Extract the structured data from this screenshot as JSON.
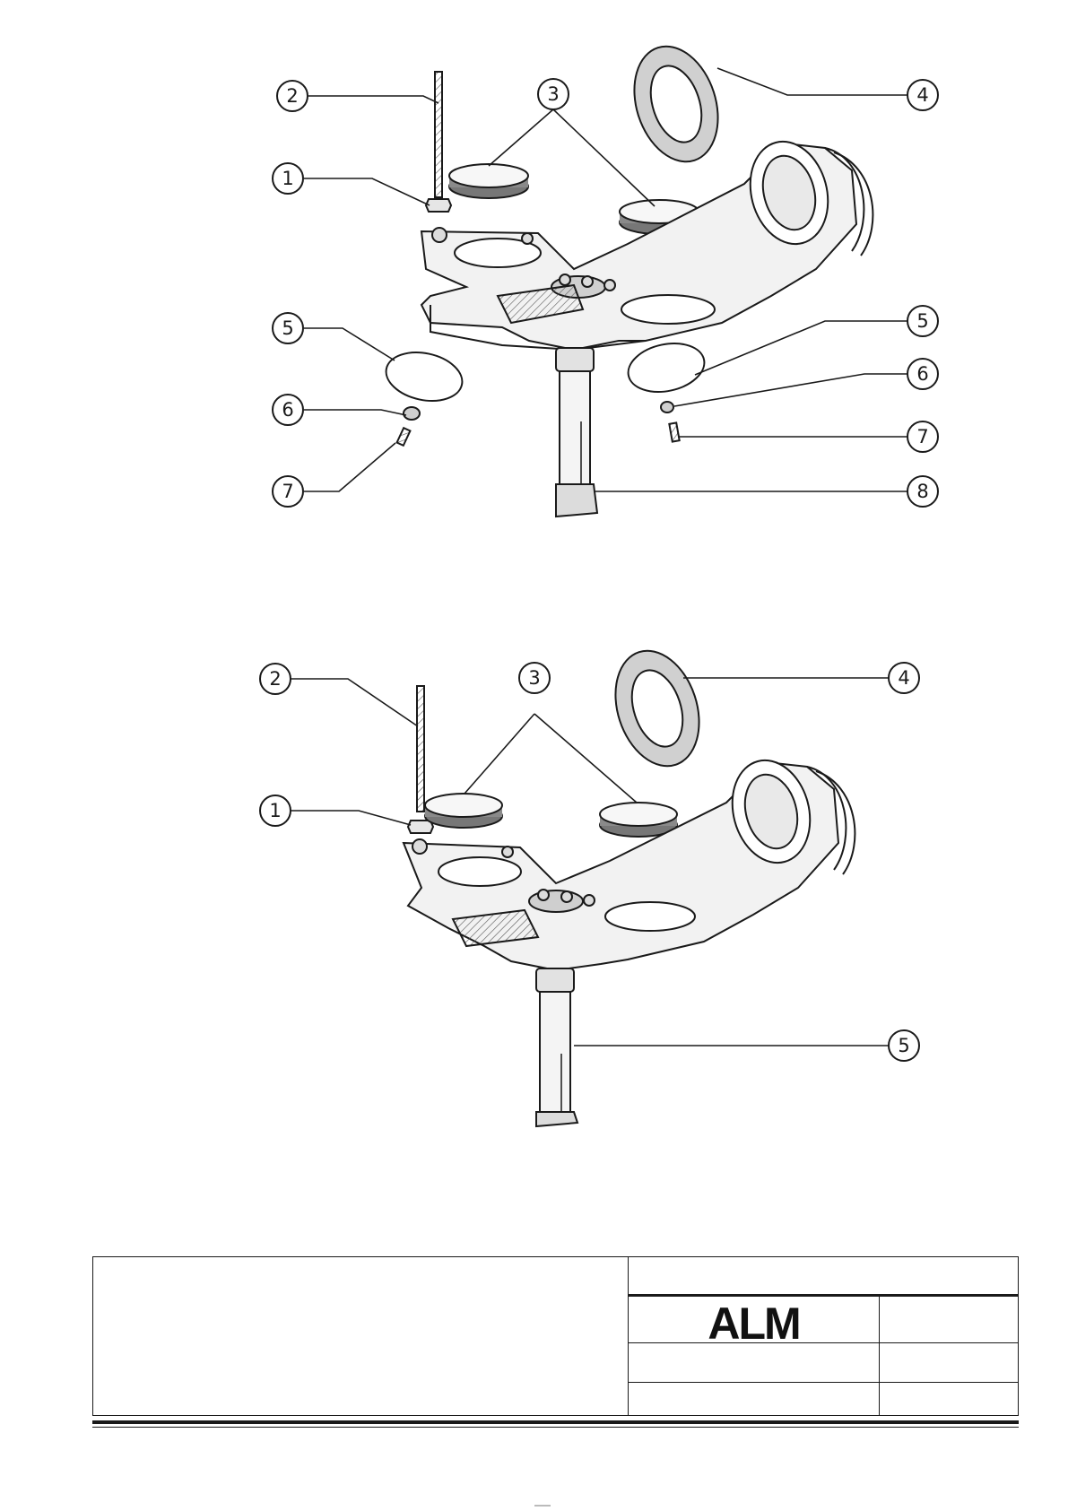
{
  "diagram_top": {
    "callouts": [
      "1",
      "2",
      "3",
      "4",
      "5",
      "5",
      "6",
      "6",
      "7",
      "7",
      "8"
    ]
  },
  "diagram_bottom": {
    "callouts": [
      "1",
      "2",
      "3",
      "4",
      "5"
    ]
  },
  "title_block": {
    "logo_text": "ALM"
  },
  "colors": {
    "ink": "#1a1a1a",
    "part_fill": "#f2f2f2",
    "part_shade": "#bdbdbd"
  }
}
